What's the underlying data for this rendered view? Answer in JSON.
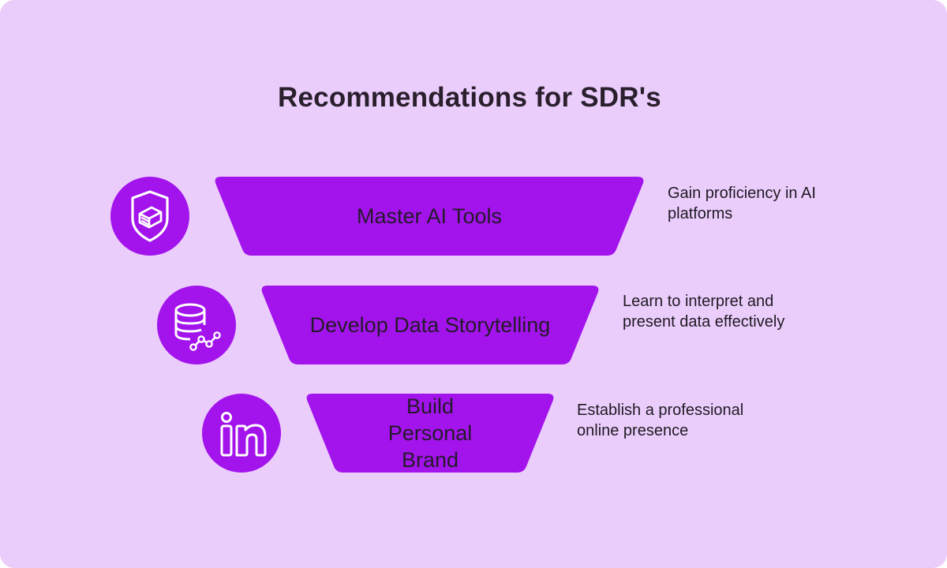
{
  "title": "Recommendations for SDR's",
  "colors": {
    "background": "#ebcdfc",
    "accent": "#a313ec",
    "text": "#2a1f2d"
  },
  "steps": [
    {
      "label": "Master AI Tools",
      "description": "Gain proficiency in AI platforms",
      "icon": "ai-tools-box-icon"
    },
    {
      "label": "Develop Data Storytelling",
      "description": "Learn to interpret and present data effectively",
      "icon": "database-chart-icon"
    },
    {
      "label": "Build Personal Brand",
      "description": "Establish a professional online presence",
      "icon": "linkedin-icon"
    }
  ]
}
